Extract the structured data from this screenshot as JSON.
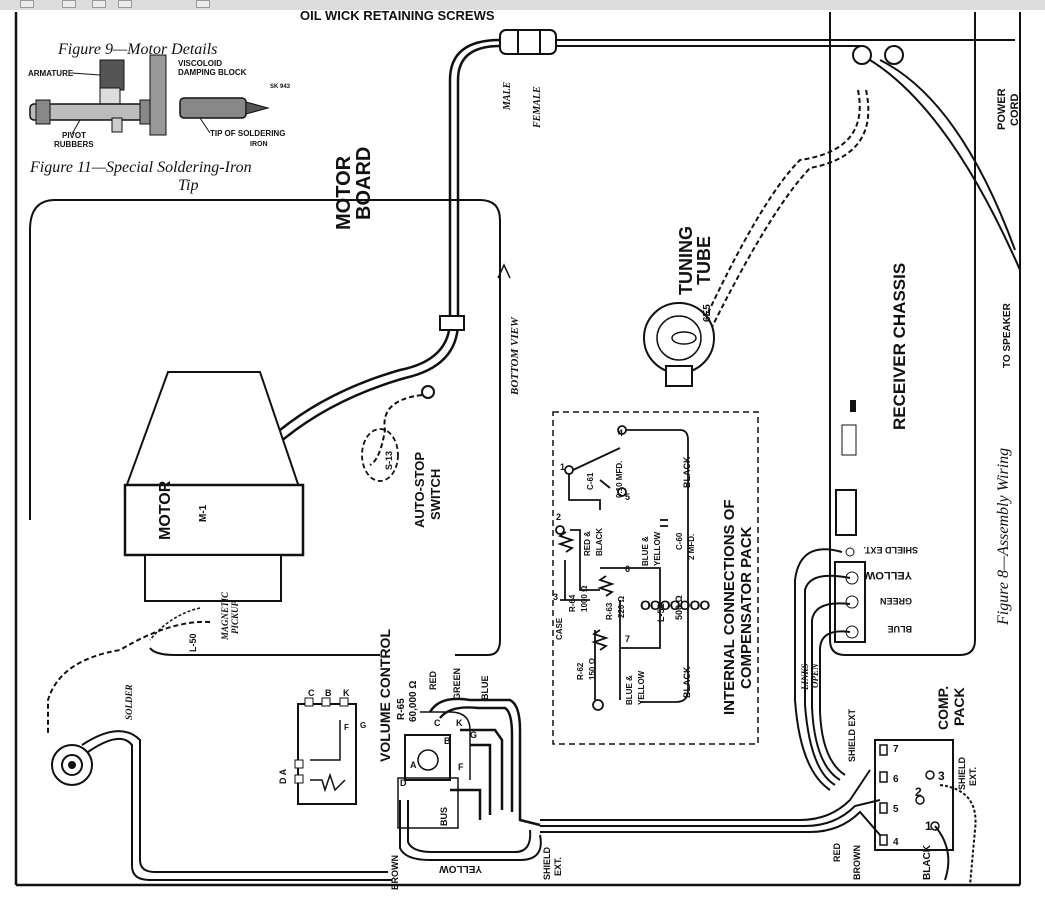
{
  "toolbar": {
    "buttons": [
      "tb-btn-1",
      "tb-btn-2",
      "tb-btn-3",
      "tb-btn-4",
      "tb-btn-5"
    ]
  },
  "labels": {
    "top_strip": "OIL WICK RETAINING SCREWS",
    "fig9_title": "Figure 9—Motor Details",
    "armature": "ARMATURE",
    "viscoloid": "VISCOLOID",
    "damping_block": "DAMPING BLOCK",
    "pivot": "PIVOT",
    "rubbers": "RUBBERS",
    "tip_soldering": "TIP OF SOLDERING",
    "iron": "IRON",
    "fig_code": "SK 943",
    "fig11_title": "Figure 11—Special Soldering-Iron",
    "fig11_tip": "Tip",
    "motor_board_1": "MOTOR",
    "motor_board_2": "BOARD",
    "male": "MALE",
    "female": "FEMALE",
    "power_cord_1": "POWER",
    "power_cord_2": "CORD",
    "bottom_view": "BOTTOM VIEW",
    "tuning_tube_1": "TUNING",
    "tuning_tube_2": "TUBE",
    "tube_code": "6E5",
    "receiver_chassis": "RECEIVER CHASSIS",
    "to_speaker": "TO SPEAKER",
    "fig8_title": "Figure 8—Assembly Wiring",
    "motor": "MOTOR",
    "motor_code": "M-1",
    "autostop_1": "AUTO-STOP",
    "autostop_2": "SWITCH",
    "s13": "S-13",
    "internal_1": "INTERNAL CONNECTIONS OF",
    "internal_2": "COMPENSATOR PACK",
    "c61": "C-61",
    "c61_val": "0.10 MFD.",
    "red_black_1": "RED &",
    "red_black_2": "BLACK",
    "black": "BLACK",
    "blue_yellow_1": "BLUE &",
    "blue_yellow_2": "YELLOW",
    "c60": "C-60",
    "c60_val": "2 MFD.",
    "r64": "R-64",
    "r64_val": "1000 Ω",
    "r63": "R-63",
    "r63_val": "220 Ω",
    "l51": "L-51",
    "l51_val": "500 Ω",
    "case": "CASE",
    "r62": "R-62",
    "r62_val": "150 Ω",
    "n1": "1",
    "n2": "2",
    "n3": "3",
    "n4": "4",
    "n5": "5",
    "n6": "6",
    "n7": "7",
    "shield_ext": "SHIELD EXT.",
    "yellow": "YELLOW",
    "green": "GREEN",
    "blue": "BLUE",
    "links_open_1": "LINKS",
    "links_open_2": "OPEN",
    "comp_pack_1": "COMP.",
    "comp_pack_2": "PACK",
    "shield_ext_2": "SHIELD EXT",
    "shield_ext_3a": "SHIELD",
    "shield_ext_3b": "EXT.",
    "red": "RED",
    "brown": "BROWN",
    "magnetic_pickup_1": "MAGNETIC",
    "magnetic_pickup_2": "PICKUP",
    "l50": "L-50",
    "solder": "SOLDER",
    "volume_control": "VOLUME CONTROL",
    "r65": "R-65",
    "r65_val": "60,000 Ω",
    "bus": "BUS",
    "term_a": "A",
    "term_b": "B",
    "term_c": "C",
    "term_d": "D",
    "term_f": "F",
    "term_g": "G",
    "term_k": "K",
    "term_pa": "D A"
  }
}
